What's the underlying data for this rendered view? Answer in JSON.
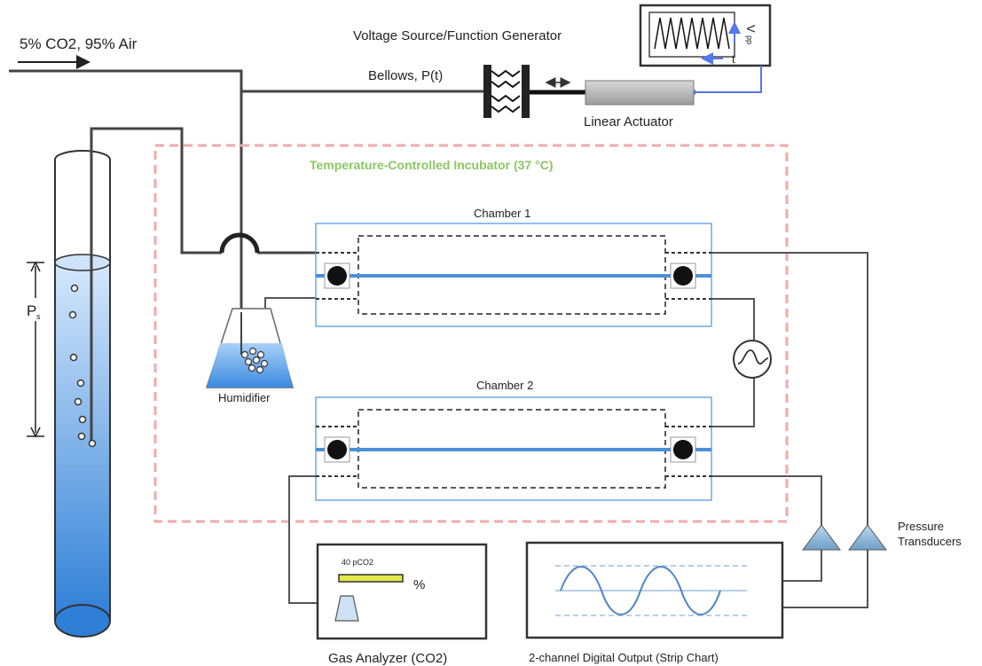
{
  "labels": {
    "gas_supply": "5% CO2, 95% Air",
    "function_generator": "Voltage Source/Function Generator",
    "bellows": "Bellows, P(t)",
    "linear_actuator": "Linear Actuator",
    "incubator": "Temperature-Controlled Incubator (37 °C)",
    "chamber1": "Chamber 1",
    "chamber2": "Chamber 2",
    "humidifier": "Humidifier",
    "ps": "P",
    "ps_sub": "s",
    "gas_analyzer": "Gas Analyzer (CO2)",
    "pco2_reading": "40 pCO2",
    "percent": "%",
    "strip_chart": "2-channel Digital Output (Strip Chart)",
    "pressure_transducers_1": "Pressure",
    "pressure_transducers_2": "Transducers",
    "fg_axis_v": "V",
    "fg_axis_v_sub": "pp",
    "fg_axis_t": "t"
  },
  "colors": {
    "water_top": "#cfe4fb",
    "water_bottom": "#2f7fd6",
    "channel": "#4a90d9",
    "incubator_border": "#f2aaaa",
    "incubator_label": "#8cc665",
    "chamber_border": "#6fa8e6",
    "signal": "#5577ee",
    "analyzer_bar": "#e3e84a"
  }
}
